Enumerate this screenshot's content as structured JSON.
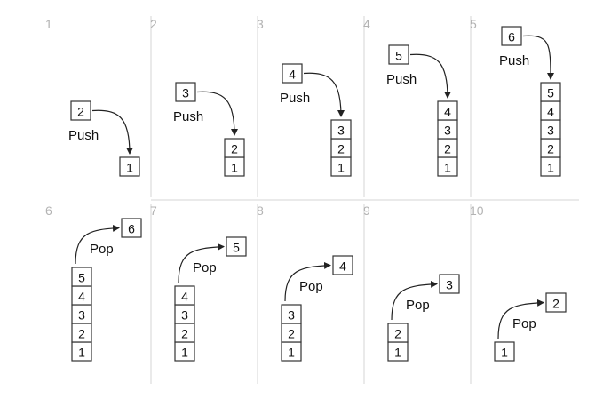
{
  "operations": {
    "push": "Push",
    "pop": "Pop"
  },
  "steps": [
    {
      "number": "1",
      "operation": "push",
      "stack": [
        "1"
      ],
      "moving": "2"
    },
    {
      "number": "2",
      "operation": "push",
      "stack": [
        "1",
        "2"
      ],
      "moving": "3"
    },
    {
      "number": "3",
      "operation": "push",
      "stack": [
        "1",
        "2",
        "3"
      ],
      "moving": "4"
    },
    {
      "number": "4",
      "operation": "push",
      "stack": [
        "1",
        "2",
        "3",
        "4"
      ],
      "moving": "5"
    },
    {
      "number": "5",
      "operation": "push",
      "stack": [
        "1",
        "2",
        "3",
        "4",
        "5"
      ],
      "moving": "6"
    },
    {
      "number": "6",
      "operation": "pop",
      "stack": [
        "1",
        "2",
        "3",
        "4",
        "5"
      ],
      "moving": "6"
    },
    {
      "number": "7",
      "operation": "pop",
      "stack": [
        "1",
        "2",
        "3",
        "4"
      ],
      "moving": "5"
    },
    {
      "number": "8",
      "operation": "pop",
      "stack": [
        "1",
        "2",
        "3"
      ],
      "moving": "4"
    },
    {
      "number": "9",
      "operation": "pop",
      "stack": [
        "1",
        "2"
      ],
      "moving": "3"
    },
    {
      "number": "10",
      "operation": "pop",
      "stack": [
        "1"
      ],
      "moving": "2"
    }
  ]
}
